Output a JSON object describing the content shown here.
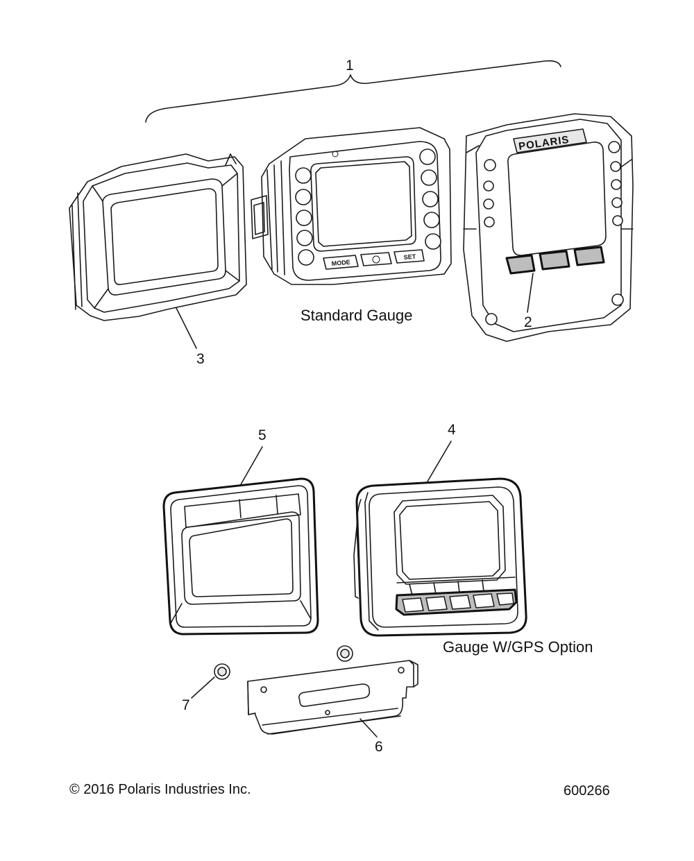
{
  "callouts": {
    "c1": "1",
    "c2": "2",
    "c3": "3",
    "c4": "4",
    "c5": "5",
    "c6": "6",
    "c7": "7"
  },
  "captions": {
    "standard": "Standard Gauge",
    "gps": "Gauge W/GPS Option"
  },
  "gauge_buttons": {
    "mode": "MODE",
    "set": "SET"
  },
  "bezel_logo": "POLARIS",
  "footer": {
    "copyright": "© 2016 Polaris Industries Inc.",
    "figure_id": "600266"
  }
}
